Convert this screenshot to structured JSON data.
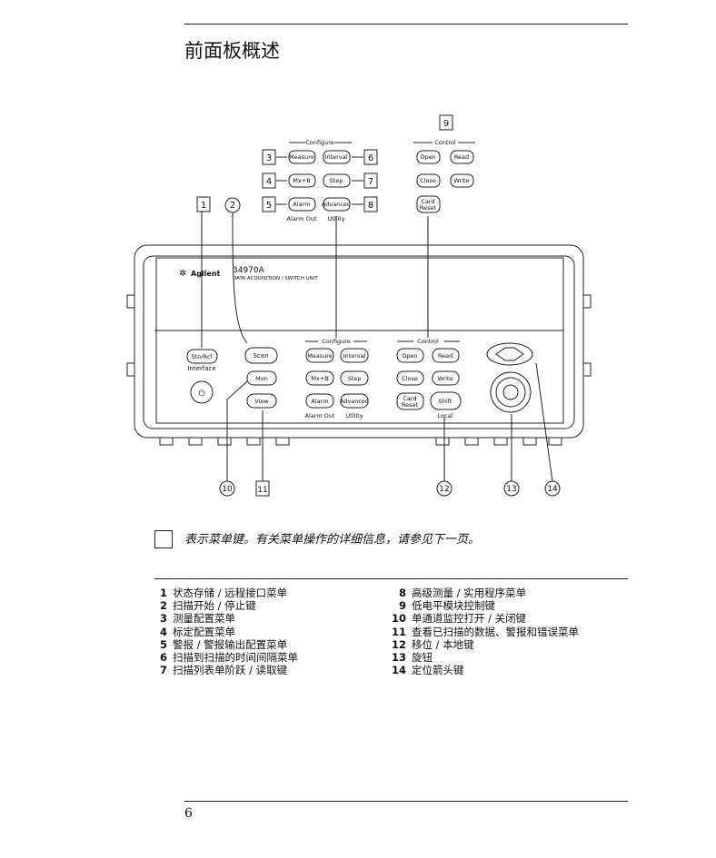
{
  "page": {
    "title": "前面板概述",
    "note": "表示菜单键。有关菜单操作的详细信息，请参见下一页。",
    "page_number": "6"
  },
  "instrument": {
    "brand": "Agilent",
    "model": "34970A",
    "subtitle": "DATA ACQUISITION / SWITCH UNIT",
    "configure_label": "Configure",
    "control_label": "Control",
    "keys": {
      "measure": "Measure",
      "interval": "Interval",
      "mxb": "Mx+B",
      "step": "Step",
      "alarm": "Alarm",
      "advanced": "Advanced",
      "open": "Open",
      "read": "Read",
      "close": "Close",
      "write": "Write",
      "card_reset_1": "Card",
      "card_reset_2": "Reset",
      "sto_rcl": "Sto/Rcl",
      "scan": "Scan",
      "mon": "Mon",
      "view": "View",
      "shift": "Shift"
    },
    "sub_labels": {
      "alarm_out": "Alarm Out",
      "utility": "Utility",
      "interface": "Interface",
      "local": "Local"
    }
  },
  "callouts": [
    "1",
    "2",
    "3",
    "4",
    "5",
    "6",
    "7",
    "8",
    "9",
    "10",
    "11",
    "12",
    "13",
    "14"
  ],
  "legend": {
    "left": [
      {
        "num": "1",
        "text": "状态存储 / 远程接口菜单"
      },
      {
        "num": "2",
        "text": "扫描开始 / 停止键"
      },
      {
        "num": "3",
        "text": "测量配置菜单"
      },
      {
        "num": "4",
        "text": "标定配置菜单"
      },
      {
        "num": "5",
        "text": "警报 / 警报输出配置菜单"
      },
      {
        "num": "6",
        "text": "扫描到扫描的时间间隔菜单"
      },
      {
        "num": "7",
        "text": "扫描列表单阶跃 / 读取键"
      }
    ],
    "right": [
      {
        "num": "8",
        "text": "高级测量 / 实用程序菜单"
      },
      {
        "num": "9",
        "text": "低电平模块控制键"
      },
      {
        "num": "10",
        "text": "单通道监控打开 / 关闭键"
      },
      {
        "num": "11",
        "text": "查看已扫描的数据、警报和错误菜单"
      },
      {
        "num": "12",
        "text": "移位 / 本地键"
      },
      {
        "num": "13",
        "text": "旋钮"
      },
      {
        "num": "14",
        "text": "定位箭头键"
      }
    ]
  }
}
